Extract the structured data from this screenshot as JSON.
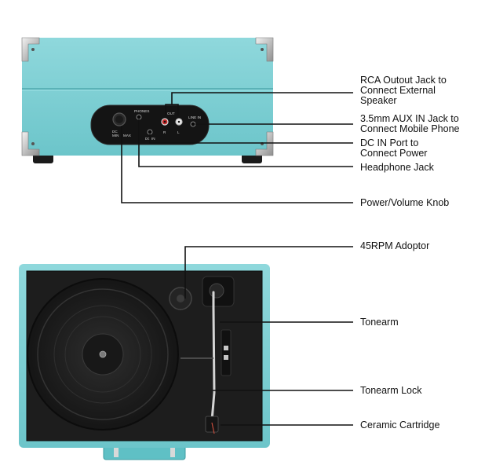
{
  "colors": {
    "case_teal": "#7dd0d4",
    "case_teal_dark": "#58b3b8",
    "deck_black": "#1c1c1c",
    "platter_black": "#262626",
    "leader_line": "#111111",
    "corner_chrome": "#c9c9c9"
  },
  "back_panel_markings": {
    "dc": "DC",
    "min": "MIN",
    "max": "MAX",
    "phones": "PHONES",
    "dc_in": "DC IN",
    "out": "OUT",
    "r": "R",
    "l": "L",
    "line_in": "LINE IN"
  },
  "callouts_back": [
    {
      "id": "rca-out",
      "text": "RCA Outout Jack to\nConnect External\nSpeaker"
    },
    {
      "id": "aux-in",
      "text": "3.5mm AUX IN Jack to\nConnect Mobile Phone"
    },
    {
      "id": "dc-in",
      "text": "DC IN Port to\nConnect Power"
    },
    {
      "id": "headphone",
      "text": "Headphone Jack"
    },
    {
      "id": "power-volume",
      "text": "Power/Volume Knob"
    }
  ],
  "callouts_top": [
    {
      "id": "adaptor",
      "text": "45RPM Adoptor"
    },
    {
      "id": "tonearm",
      "text": "Tonearm"
    },
    {
      "id": "tonearm-lock",
      "text": "Tonearm Lock"
    },
    {
      "id": "cartridge",
      "text": "Ceramic Cartridge"
    }
  ]
}
